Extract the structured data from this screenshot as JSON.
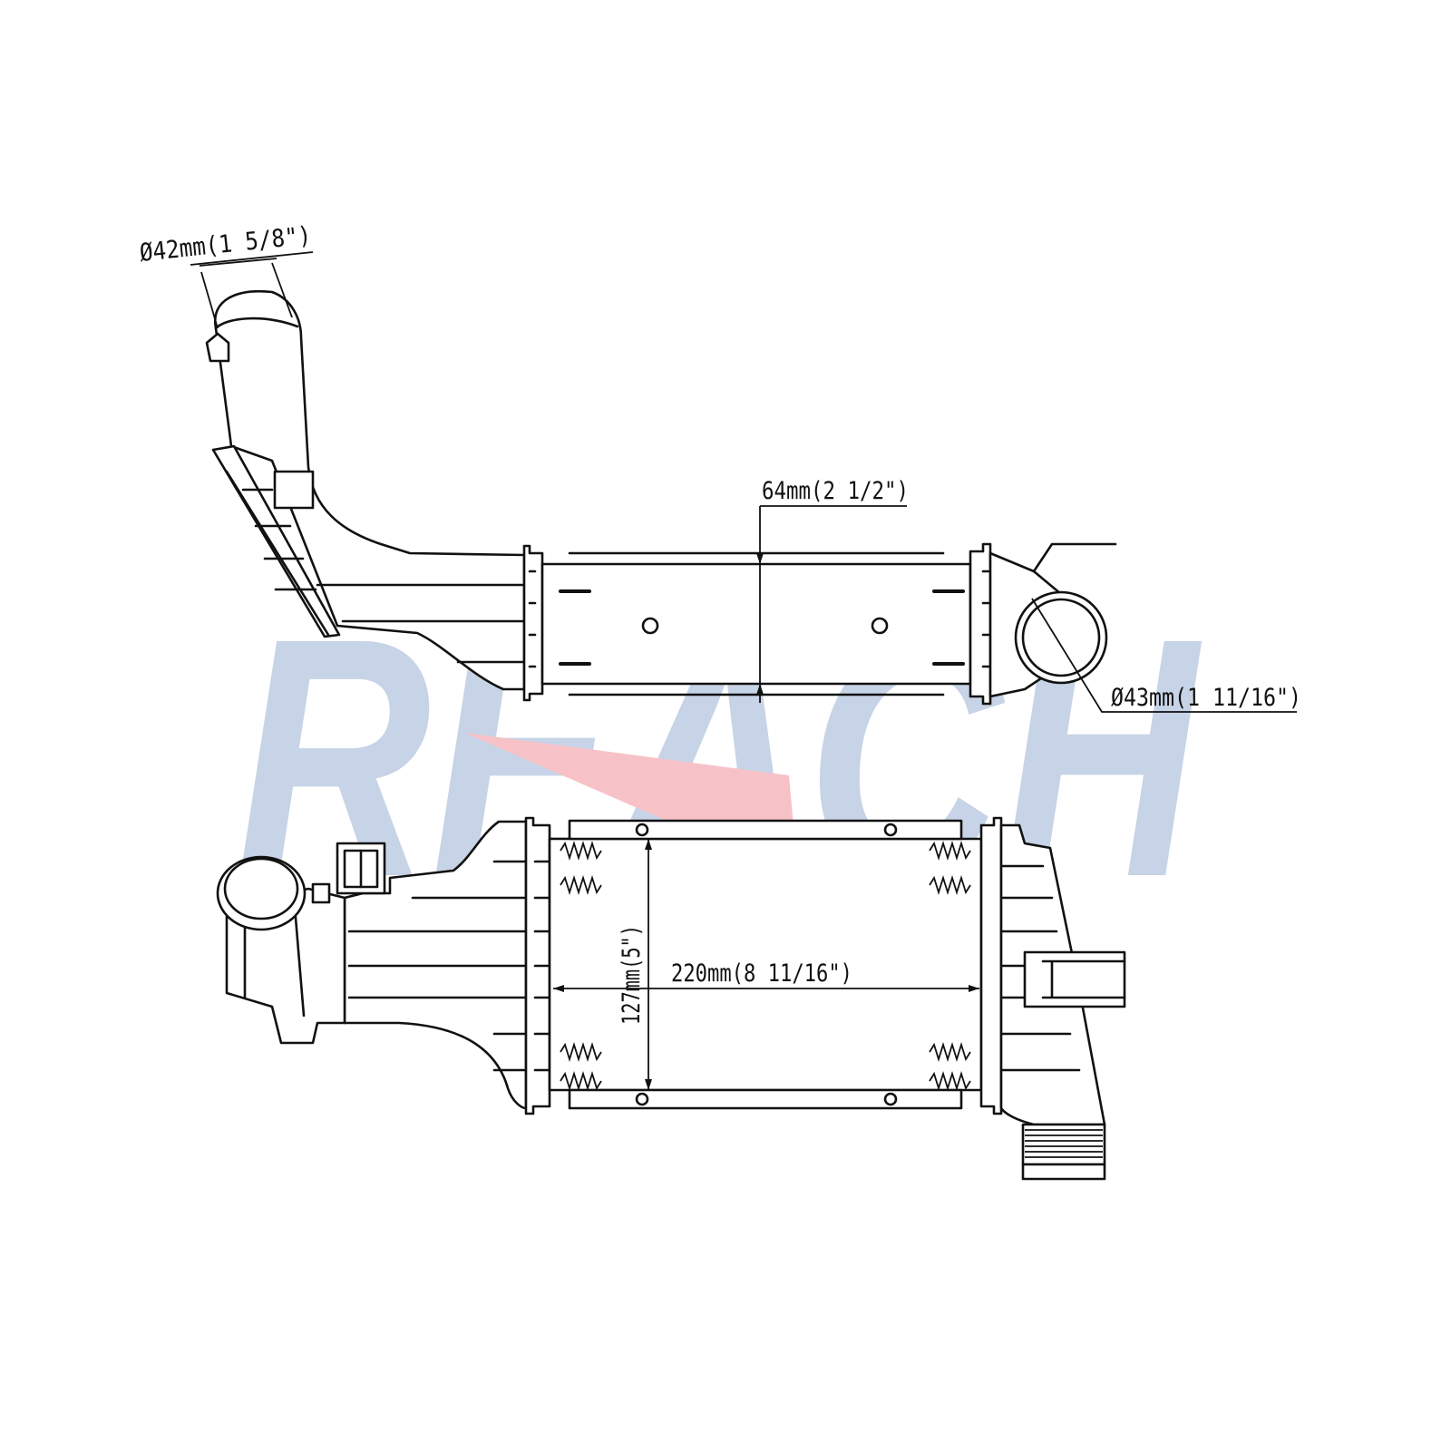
{
  "watermark": {
    "text": "REACH",
    "color": "#c7d3e6",
    "accent": "#f6c2c8"
  },
  "dimensions": {
    "inlet_diameter": "Ø42mm(1 5/8\")",
    "core_thickness": "64mm(2 1/2\")",
    "outlet_diameter": "Ø43mm(1 11/16\")",
    "core_width": "220mm(8 11/16\")",
    "core_height": "127mm(5\")"
  },
  "colors": {
    "line": "#111111",
    "background": "#ffffff"
  }
}
